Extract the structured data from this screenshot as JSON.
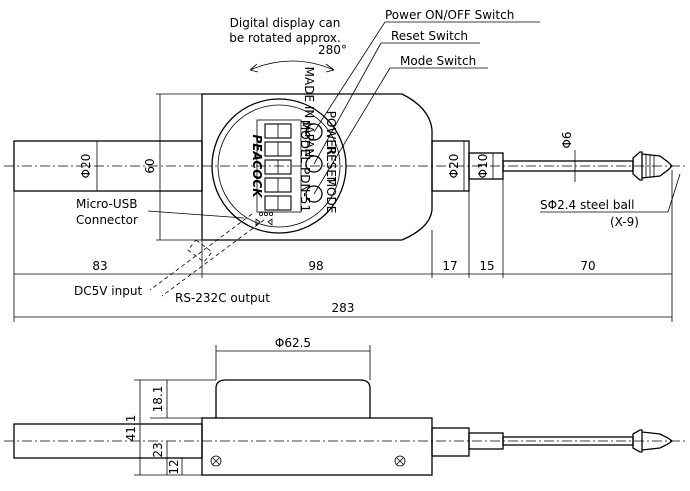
{
  "annotations": {
    "rotate_note_line1": "Digital display can",
    "rotate_note_line2": "be rotated approx.",
    "rotate_angle": "280°",
    "power_switch": "Power ON/OFF Switch",
    "reset_switch": "Reset Switch",
    "mode_switch": "Mode Switch",
    "usb_line1": "Micro-USB",
    "usb_line2": "Connector",
    "dc_input": "DC5V input",
    "rs232": "RS-232C output",
    "ball_line1": "SΦ2.4 steel ball",
    "ball_line2": "(X-9)"
  },
  "face": {
    "brand": "PEACOCK",
    "model": "MODEL PDN-51",
    "made_in": "MADE IN JAPAN",
    "btn_power": "POWER",
    "btn_reset": "RESET",
    "btn_mode": "MODE"
  },
  "dimensions": {
    "d_shaft_left": "Φ20",
    "h_body": "60",
    "d_neck": "Φ20",
    "d_spindle": "Φ10",
    "d_tip": "Φ6",
    "len_83": "83",
    "len_98": "98",
    "len_17": "17",
    "len_15": "15",
    "len_70": "70",
    "len_total": "283",
    "d_face": "Φ62.5",
    "h_18_1": "18.1",
    "h_41_1": "41.1",
    "h_23": "23",
    "h_12": "12"
  }
}
